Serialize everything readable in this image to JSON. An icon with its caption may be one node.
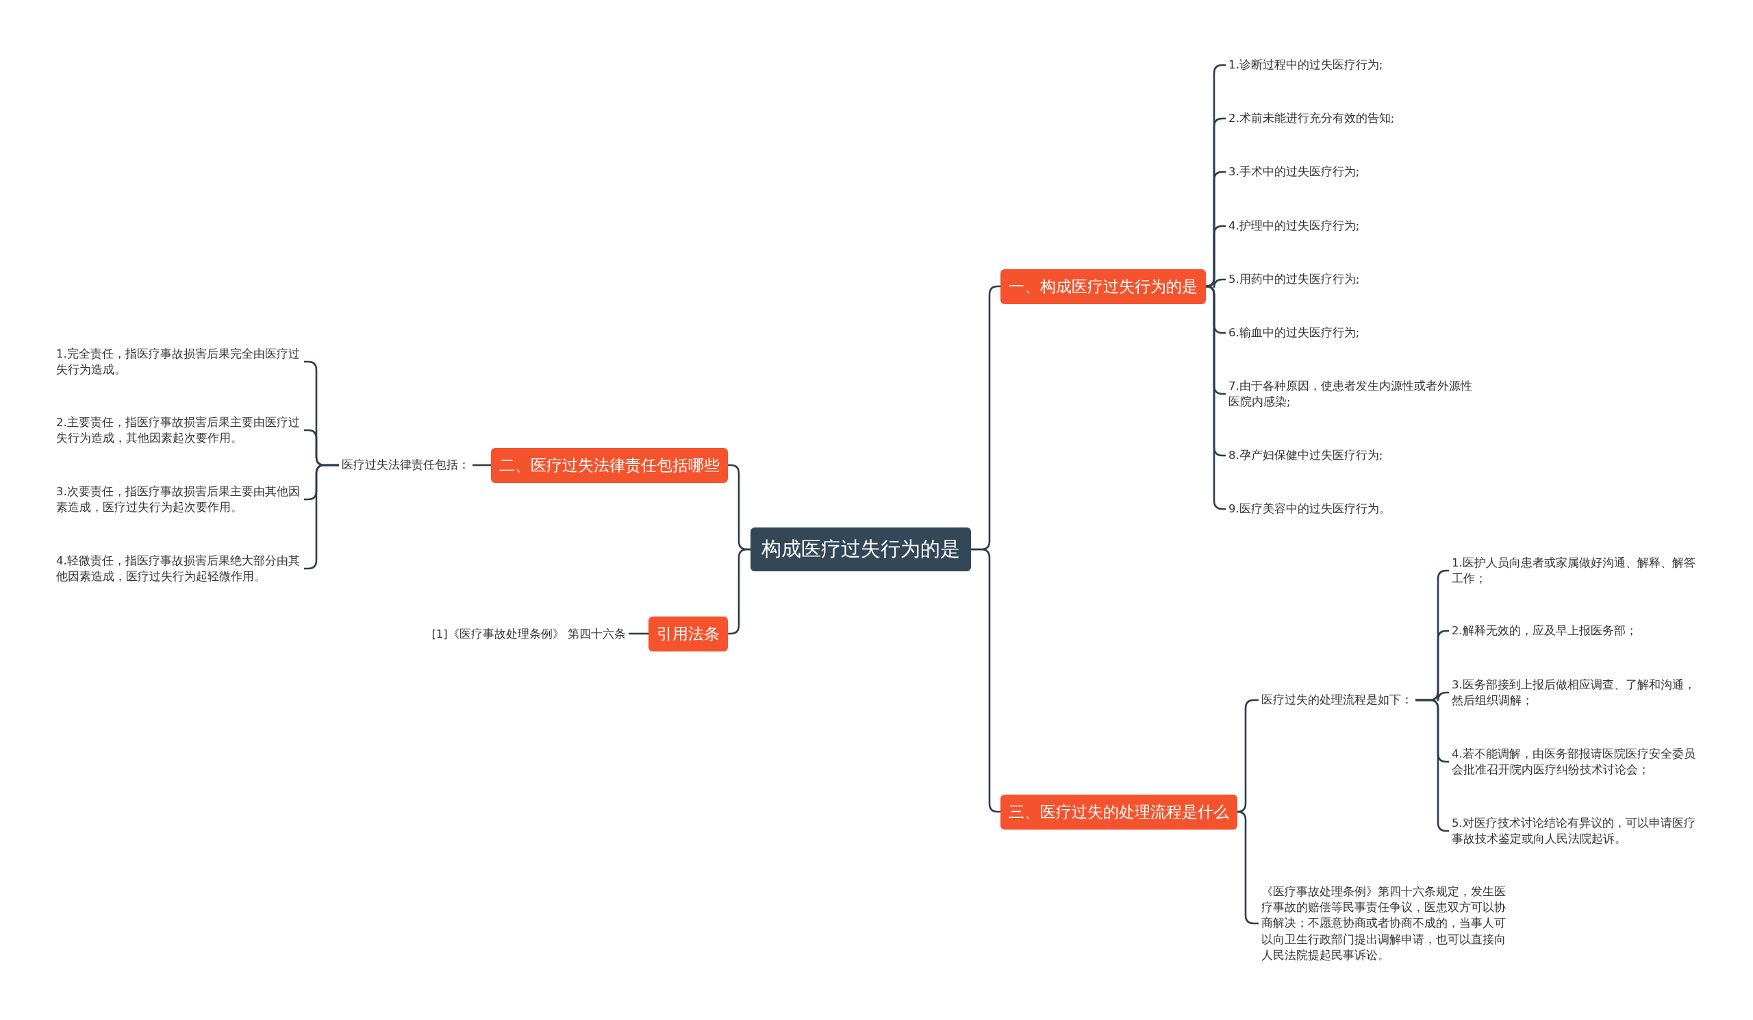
{
  "diagram": {
    "nodes": [
      {
        "text": [
          "构成医疗过失行为的是"
        ]
      },
      {
        "text": [
          "一、构成医疗过失行为的是"
        ]
      },
      {
        "text": [
          "1.诊断过程中的过失医疗行为;"
        ]
      },
      {
        "text": [
          "2.术前未能进行充分有效的告知;"
        ]
      },
      {
        "text": [
          "3.手术中的过失医疗行为;"
        ]
      },
      {
        "text": [
          "4.护理中的过失医疗行为;"
        ]
      },
      {
        "text": [
          "5.用药中的过失医疗行为;"
        ]
      },
      {
        "text": [
          "6.输血中的过失医疗行为;"
        ]
      },
      {
        "text": [
          "7.由于各种原因，使患者发生内源性或者外源性医院内感染;"
        ]
      },
      {
        "text": [
          "8.孕产妇保健中过失医疗行为;"
        ]
      },
      {
        "text": [
          "9.医疗美容中的过失医疗行为。"
        ]
      },
      {
        "text": [
          "三、医疗过失的处理流程是什么"
        ]
      },
      {
        "text": [
          "医疗过失的处理流程是如下："
        ]
      },
      {
        "text": [
          "1.医护人员向患者或家属做好沟通、解释、解答工作；"
        ]
      },
      {
        "text": [
          "2.解释无效的，应及早上报医务部；"
        ]
      },
      {
        "text": [
          "3.医务部接到上报后做相应调查、了解和沟通，然后组织调解；"
        ]
      },
      {
        "text": [
          "4.若不能调解，由医务部报请医院医疗安全委员会批准召开院内医疗纠纷技术讨论会；"
        ]
      },
      {
        "text": [
          "5.对医疗技术讨论结论有异议的，可以申请医疗事故技术鉴定或向人民法院起诉。"
        ]
      },
      {
        "text": [
          "《医疗事故处理条例》第四十六条规定，发生医疗事故的赔偿等民事责任争议，医患双方可以协商解决；不愿意协商或者协商不成的，当事人可以向卫生行政部门提出调解申请，也可以直接向人民法院提起民事诉讼。"
        ]
      },
      {
        "text": [
          "二、医疗过失法律责任包括哪些"
        ]
      },
      {
        "text": [
          "医疗过失法律责任包括："
        ]
      },
      {
        "text": [
          "1.完全责任，指医疗事故损害后果完全由医疗过失行为造成。"
        ]
      },
      {
        "text": [
          "2.主要责任，指医疗事故损害后果主要由医疗过失行为造成，其他因素起次要作用。"
        ]
      },
      {
        "text": [
          "3.次要责任，指医疗事故损害后果主要由其他因素造成，医疗过失行为起次要作用。"
        ]
      },
      {
        "text": [
          "4.轻微责任，指医疗事故损害后果绝大部分由其他因素造成，医疗过失行为起轻微作用。"
        ]
      },
      {
        "text": [
          "引用法条"
        ]
      },
      {
        "text": [
          "[1]《医疗事故处理条例》 第四十六条"
        ]
      }
    ],
    "edges": [
      {
        "from": 0,
        "to": 1,
        "arrow": "none"
      },
      {
        "from": 1,
        "to": 2,
        "arrow": "none"
      },
      {
        "from": 1,
        "to": 3,
        "arrow": "none"
      },
      {
        "from": 1,
        "to": 4,
        "arrow": "none"
      },
      {
        "from": 1,
        "to": 5,
        "arrow": "none"
      },
      {
        "from": 1,
        "to": 6,
        "arrow": "none"
      },
      {
        "from": 1,
        "to": 7,
        "arrow": "none"
      },
      {
        "from": 1,
        "to": 8,
        "arrow": "none"
      },
      {
        "from": 1,
        "to": 9,
        "arrow": "none"
      },
      {
        "from": 1,
        "to": 10,
        "arrow": "none"
      },
      {
        "from": 0,
        "to": 11,
        "arrow": "none"
      },
      {
        "from": 11,
        "to": 12,
        "arrow": "none"
      },
      {
        "from": 12,
        "to": 13,
        "arrow": "none"
      },
      {
        "from": 12,
        "to": 14,
        "arrow": "none"
      },
      {
        "from": 12,
        "to": 15,
        "arrow": "none"
      },
      {
        "from": 12,
        "to": 16,
        "arrow": "none"
      },
      {
        "from": 12,
        "to": 17,
        "arrow": "none"
      },
      {
        "from": 11,
        "to": 18,
        "arrow": "none"
      },
      {
        "from": 0,
        "to": 19,
        "arrow": "none"
      },
      {
        "from": 19,
        "to": 20,
        "arrow": "none"
      },
      {
        "from": 20,
        "to": 21,
        "arrow": "none"
      },
      {
        "from": 20,
        "to": 22,
        "arrow": "none"
      },
      {
        "from": 20,
        "to": 23,
        "arrow": "none"
      },
      {
        "from": 20,
        "to": 24,
        "arrow": "none"
      },
      {
        "from": 0,
        "to": 25,
        "arrow": "none"
      },
      {
        "from": 25,
        "to": 26,
        "arrow": "none"
      }
    ]
  }
}
